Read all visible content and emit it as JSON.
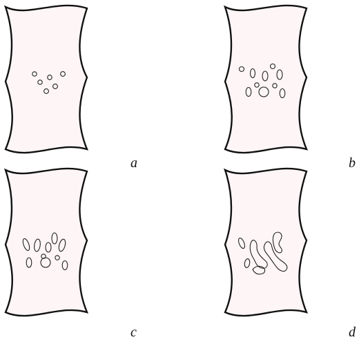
{
  "panels": [
    {
      "id": "a",
      "label": "a",
      "stage": "isolated-small-voids"
    },
    {
      "id": "b",
      "label": "b",
      "stage": "void-growth"
    },
    {
      "id": "c",
      "label": "c",
      "stage": "elongated-voids"
    },
    {
      "id": "d",
      "label": "d",
      "stage": "void-coalescence"
    }
  ],
  "colors": {
    "specimen_fill": "#fdf5f6",
    "outline": "#111111",
    "background": "#ffffff"
  }
}
